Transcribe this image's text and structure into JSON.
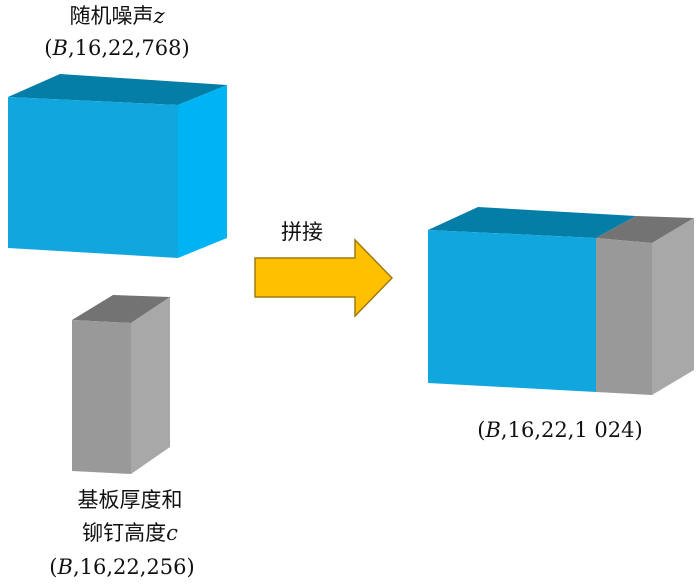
{
  "noise": {
    "name": "随机噪声",
    "var": "z",
    "shape_prefix": "(",
    "shape_var": "B",
    "shape_rest": ",16,22,768)"
  },
  "condition": {
    "line1": "基板厚度和",
    "line2": "铆钉高度",
    "var": "c",
    "shape_prefix": "(",
    "shape_var": "B",
    "shape_rest": ",16,22,256)"
  },
  "arrow": {
    "label": "拼接"
  },
  "result": {
    "shape_prefix": "(",
    "shape_var": "B",
    "shape_rest": ",16,22,1 024)"
  },
  "colors": {
    "blue_front": "#12a6df",
    "blue_top": "#047ea6",
    "blue_side": "#00b4f4",
    "gray_front": "#999999",
    "gray_top": "#737373",
    "gray_side": "#a8a8a8",
    "arrow": "#ffc000",
    "arrow_edge": "#a07a10"
  }
}
